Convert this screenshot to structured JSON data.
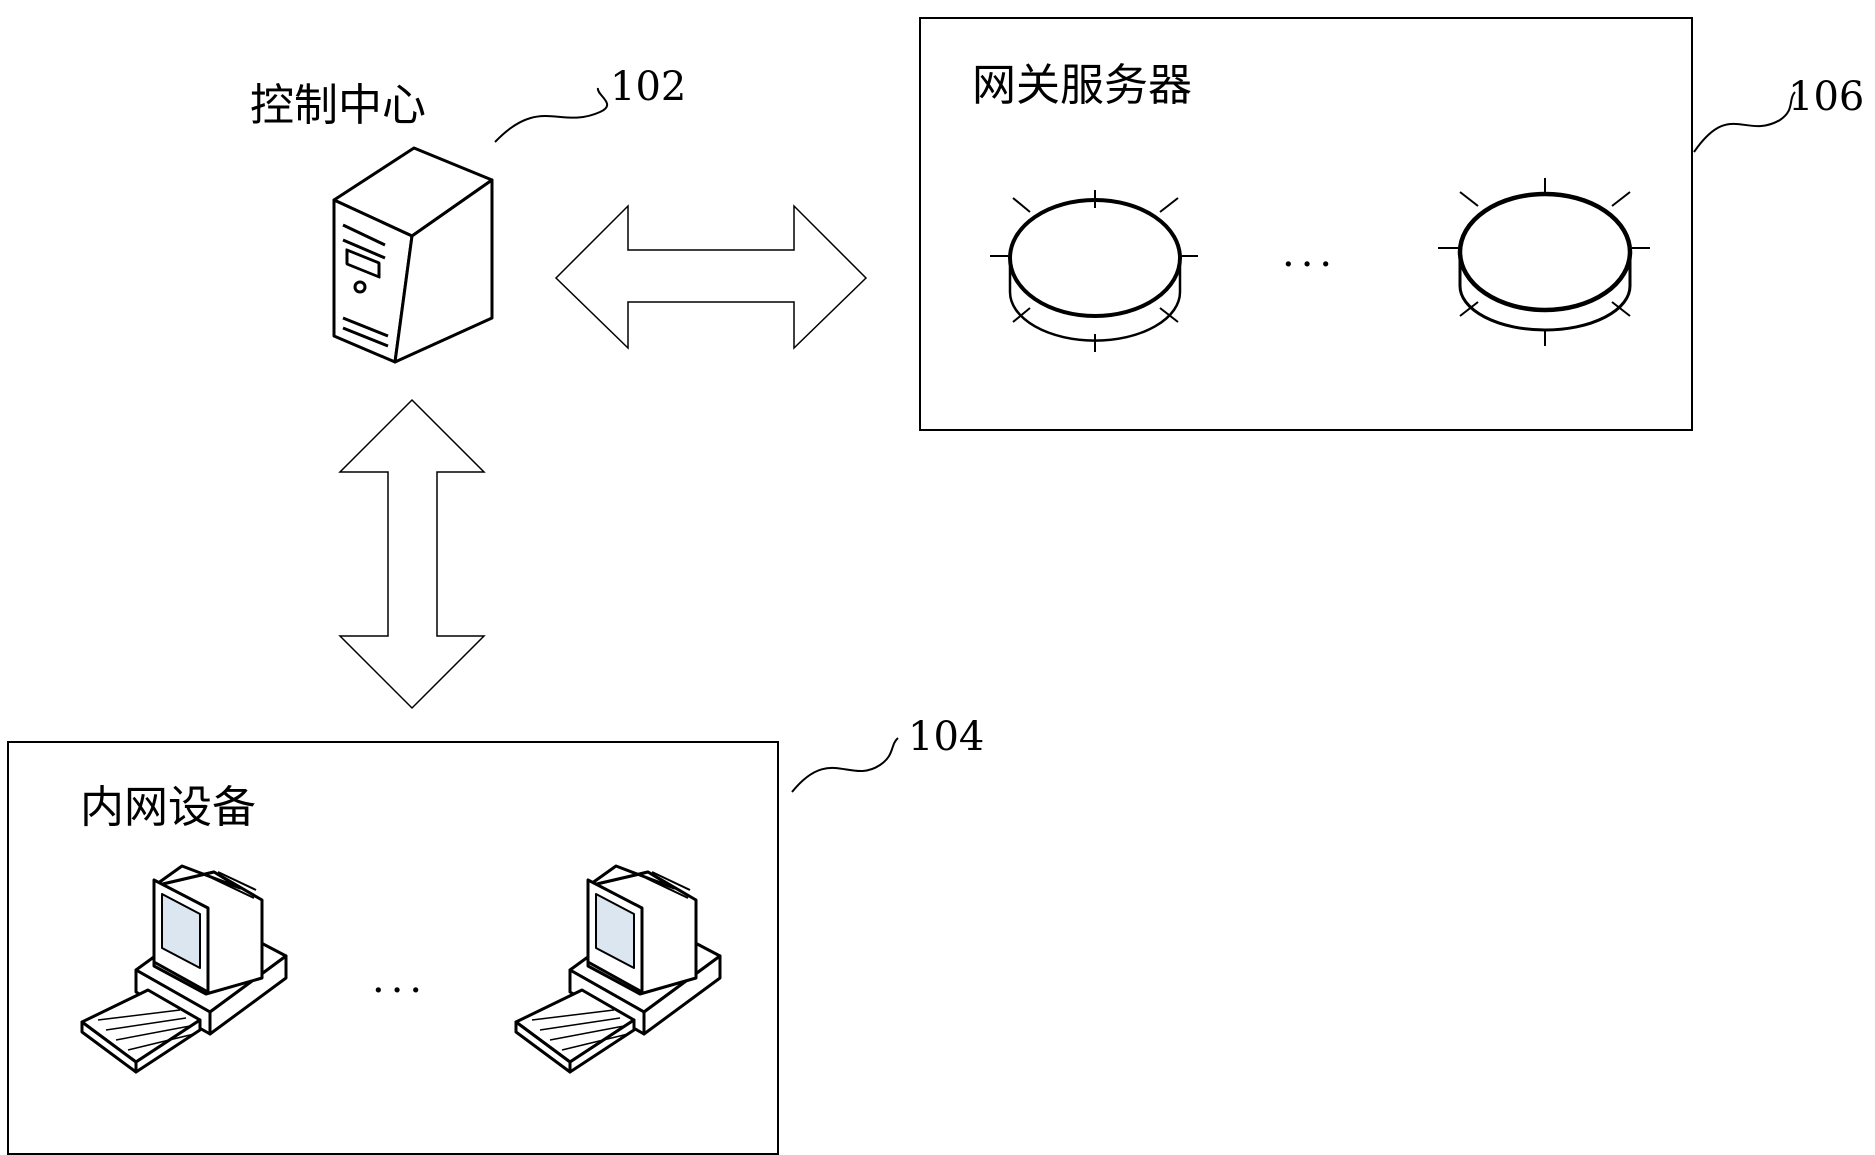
{
  "control_center": {
    "label": "控制中心",
    "ref": "102"
  },
  "intranet": {
    "label": "内网设备",
    "ref": "104",
    "ellipsis": "···"
  },
  "gateway": {
    "label": "网关服务器",
    "ref": "106",
    "ellipsis": "···"
  },
  "colors": {
    "line": "#000000",
    "screen": "#dce6f0",
    "background": "#ffffff"
  }
}
